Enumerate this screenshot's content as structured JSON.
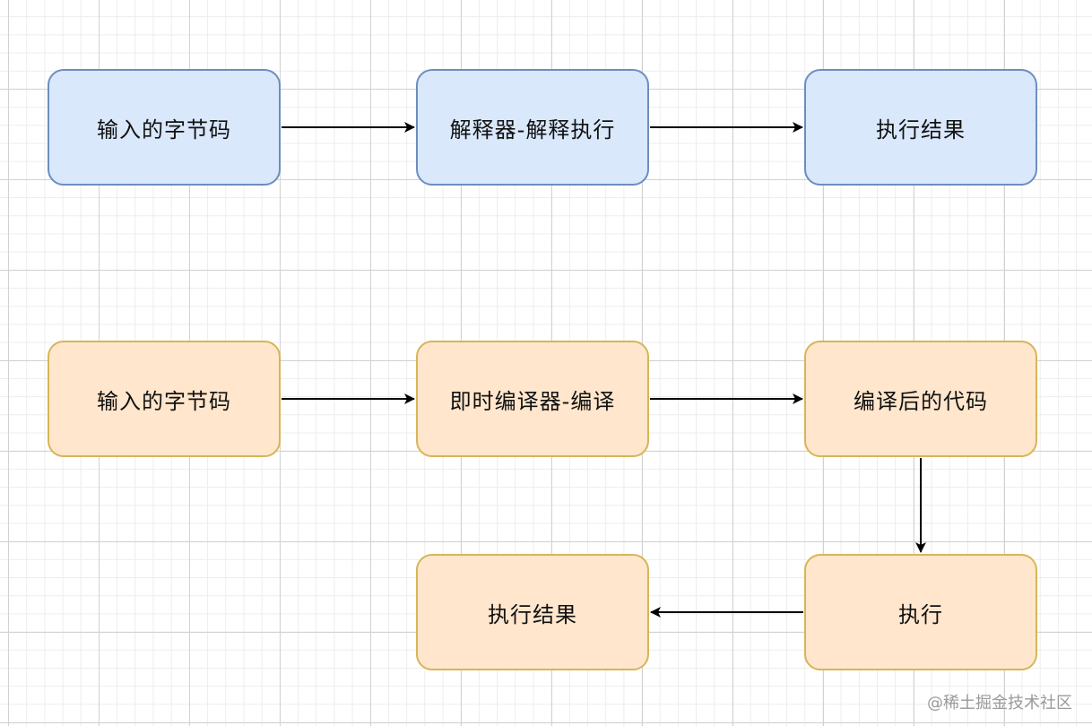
{
  "diagram": {
    "row1": {
      "input": "输入的字节码",
      "interpreter": "解释器-解释执行",
      "result": "执行结果"
    },
    "row2": {
      "input": "输入的字节码",
      "jit": "即时编译器-编译",
      "compiled": "编译后的代码",
      "execute": "执行",
      "result": "执行结果"
    }
  },
  "colors": {
    "blue_fill": "#dae8fc",
    "blue_border": "#6c8ebf",
    "orange_fill": "#ffe6cc",
    "orange_border": "#d6b656",
    "edge": "#000000"
  },
  "watermark": "@稀土掘金技术社区"
}
